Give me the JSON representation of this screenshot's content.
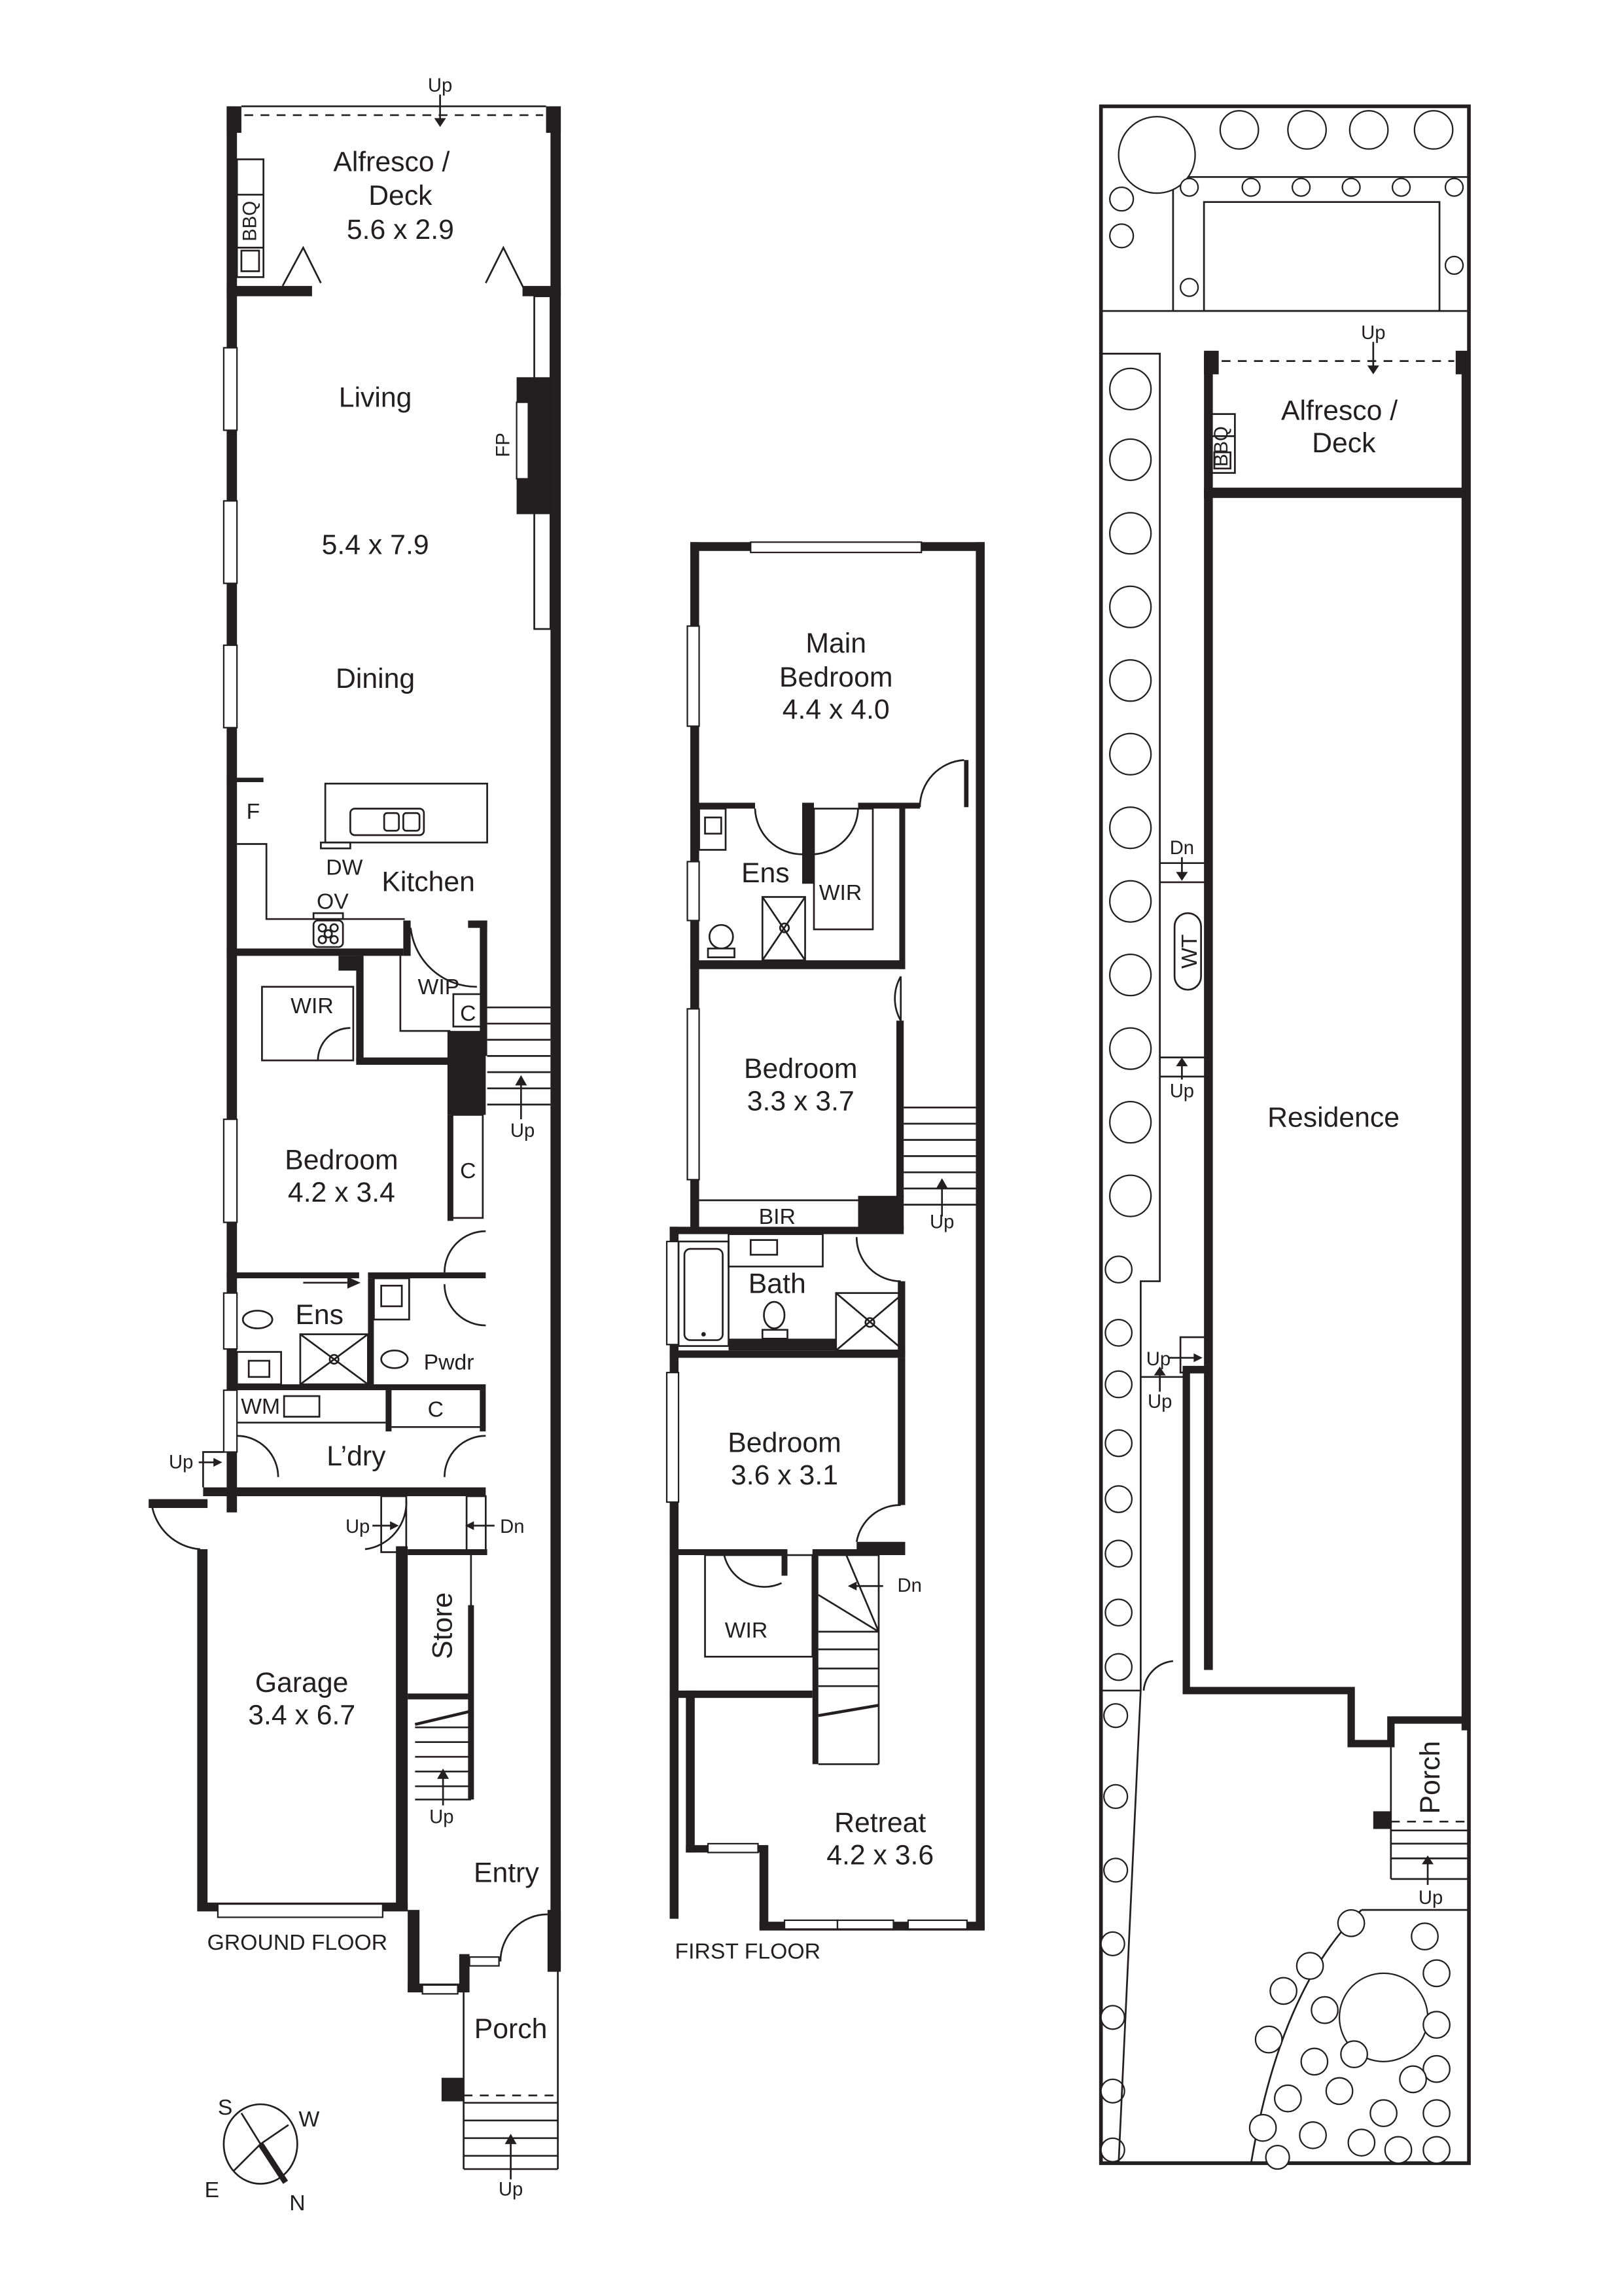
{
  "plans": {
    "ground_floor": {
      "title": "GROUND FLOOR",
      "rooms": {
        "alfresco": {
          "name_line1": "Alfresco /",
          "name_line2": "Deck",
          "dims": "5.6 x 2.9"
        },
        "living": {
          "name": "Living",
          "dims": "5.4 x 7.9"
        },
        "dining": {
          "name": "Dining"
        },
        "kitchen": {
          "name": "Kitchen"
        },
        "wir": {
          "name": "WIR"
        },
        "wip": {
          "name": "WIP"
        },
        "bedroom": {
          "name": "Bedroom",
          "dims": "4.2 x 3.4"
        },
        "ensuite": {
          "name": "Ens"
        },
        "powder": {
          "name": "Pwdr"
        },
        "laundry": {
          "name": "L’dry"
        },
        "garage": {
          "name": "Garage",
          "dims": "3.4 x 6.7"
        },
        "store": {
          "name": "Store"
        },
        "entry": {
          "name": "Entry"
        },
        "porch": {
          "name": "Porch"
        }
      },
      "fixtures": {
        "bbq": "BBQ",
        "fireplace": "FP",
        "fridge": "F",
        "dishwasher": "DW",
        "oven": "OV",
        "cupboard_1": "C",
        "cupboard_2": "C",
        "cupboard_3": "C",
        "washing_machine": "WM"
      },
      "stair_labels": {
        "alfresco_up": "Up",
        "hall_stairs_up": "Up",
        "laundry_side_up": "Up",
        "garage_up": "Up",
        "hall_dn": "Dn",
        "store_stairs_up": "Up",
        "porch_up": "Up"
      }
    },
    "first_floor": {
      "title": "FIRST FLOOR",
      "rooms": {
        "main_bedroom": {
          "name_line1": "Main",
          "name_line2": "Bedroom",
          "dims": "4.4 x 4.0"
        },
        "ensuite": {
          "name": "Ens"
        },
        "wir_main": {
          "name": "WIR"
        },
        "bedroom_2": {
          "name": "Bedroom",
          "dims": "3.3 x 3.7"
        },
        "bir": {
          "name": "BIR"
        },
        "bath": {
          "name": "Bath"
        },
        "bedroom_3": {
          "name": "Bedroom",
          "dims": "3.6 x 3.1"
        },
        "wir_3": {
          "name": "WIR"
        },
        "retreat": {
          "name": "Retreat",
          "dims": "4.2 x 3.6"
        }
      },
      "stair_labels": {
        "stairs_up": "Up",
        "stairs_dn": "Dn"
      }
    },
    "site_plan": {
      "rooms": {
        "alfresco": {
          "name_line1": "Alfresco /",
          "name_line2": "Deck"
        },
        "residence": {
          "name": "Residence"
        },
        "porch": {
          "name": "Porch"
        }
      },
      "fixtures": {
        "bbq": "BBQ",
        "water_tank": "WT"
      },
      "stair_labels": {
        "alfresco_up": "Up",
        "side_dn": "Dn",
        "side_up": "Up",
        "side_up_2": "Up",
        "side_up_3": "Up",
        "porch_up": "Up"
      }
    },
    "compass": {
      "north": "N",
      "south": "S",
      "east": "E",
      "west": "W"
    }
  }
}
